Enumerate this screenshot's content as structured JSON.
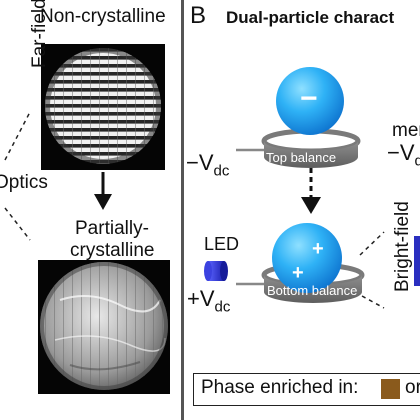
{
  "panel_a": {
    "top_image_label": "Non-crystalline",
    "side_label": "Far-field",
    "optics_label": "Optics",
    "bottom_image_label_line1": "Partially-",
    "bottom_image_label_line2": "crystalline"
  },
  "panel_b": {
    "letter": "B",
    "title": "Dual-particle charact",
    "top_particle_sign": "−",
    "top_balance_label": "Top balance",
    "top_voltage_main": "−V",
    "top_voltage_sub": "dc",
    "led_label": "LED",
    "bottom_particle_sign_1": "+",
    "bottom_particle_sign_2": "+",
    "bottom_balance_label": "Bottom balance",
    "bottom_voltage_main": "+V",
    "bottom_voltage_sub": "dc",
    "side_text_1": "mer",
    "side_text_2_main": "−V",
    "side_text_2_sub": "d",
    "bright_field_label": "Bright-field",
    "legend_text": "Phase enriched in:",
    "legend_or": "or",
    "legend_swatch_color": "#8a5a1c"
  },
  "colors": {
    "particle": "#1aa3f0",
    "balance_ring": "#8c8c8c",
    "led": "#2a33d6"
  }
}
